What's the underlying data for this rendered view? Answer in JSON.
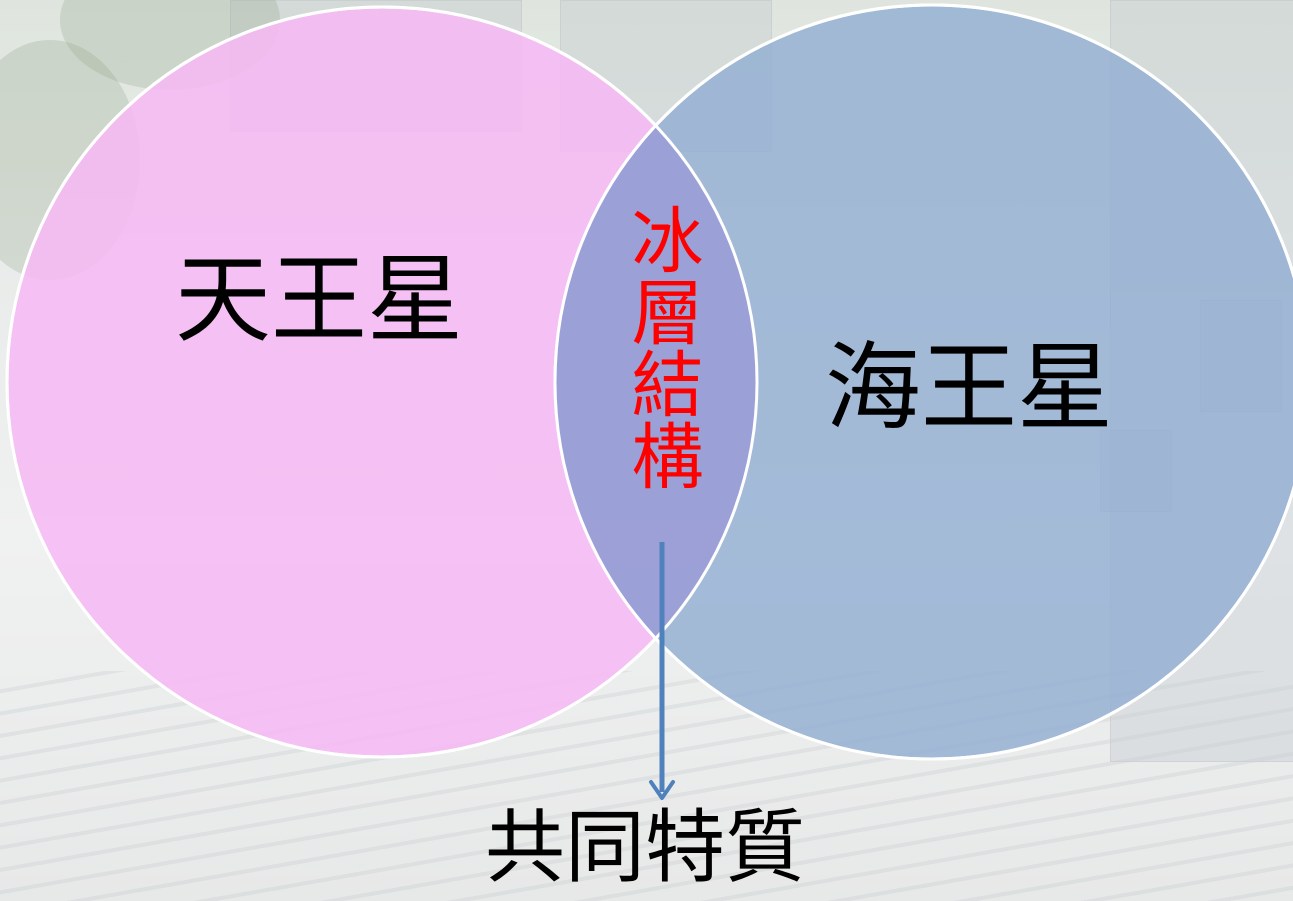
{
  "diagram": {
    "left_set": {
      "label": "天王星",
      "color": "#f6b9f4"
    },
    "right_set": {
      "label": "海王星",
      "color": "#93aed2"
    },
    "overlap": {
      "label": "冰層結構",
      "label_color": "#ff0000",
      "fill_color": "#9b9fd6"
    },
    "arrow": {
      "color": "#4f81bd"
    },
    "caption": {
      "label": "共同特質"
    }
  }
}
